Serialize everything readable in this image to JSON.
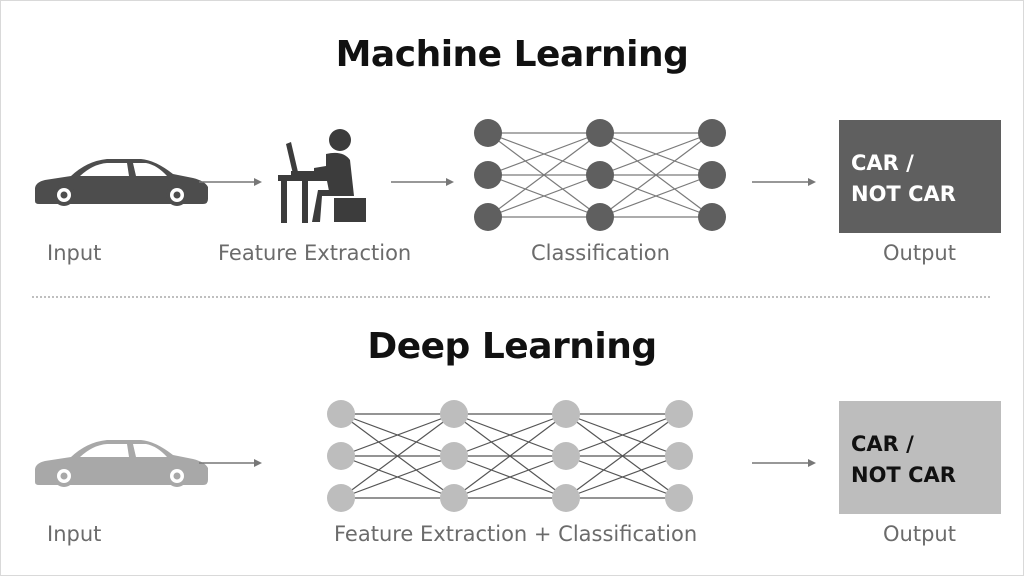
{
  "machine_learning": {
    "title": "Machine Learning",
    "labels": {
      "input": "Input",
      "feature_extraction": "Feature Extraction",
      "classification": "Classification",
      "output": "Output"
    },
    "output_box": "CAR /\nNOT CAR"
  },
  "deep_learning": {
    "title": "Deep Learning",
    "labels": {
      "input": "Input",
      "feature_classification": "Feature Extraction + Classification",
      "output": "Output"
    },
    "output_box": "CAR /\nNOT CAR"
  },
  "icons": [
    "car-icon",
    "person-at-laptop-icon",
    "neural-network-icon",
    "arrow-icon"
  ],
  "colors": {
    "ml_dark": "#5f5f5f",
    "dl_light": "#bdbdbd",
    "label_gray": "#6b6b6b",
    "arrow_gray": "#777777"
  }
}
